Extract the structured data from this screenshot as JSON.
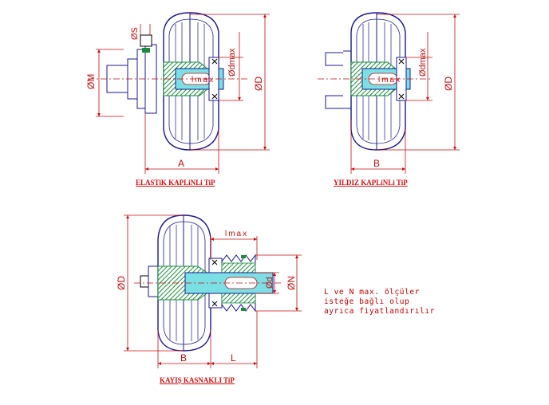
{
  "colors": {
    "outline": "#1a1a8c",
    "dimension": "#c01010",
    "shaft_fill": "#7ae0e6",
    "hub_hatch": "#1a8c3a",
    "bolt_dark": "#000000"
  },
  "figures": {
    "elastic": {
      "caption": "ELASTiK KAPLiNLi TiP",
      "dim_S": "ØS",
      "dim_M": "ØM",
      "dim_dmax": "Ødmax",
      "dim_lmax": "lmax",
      "dim_D": "ØD",
      "dim_A": "A"
    },
    "star": {
      "caption": "YILDIZ KAPLiNLi TiP",
      "dim_dmax": "Ødmax",
      "dim_lmax": "lmax",
      "dim_D": "ØD",
      "dim_B": "B"
    },
    "pulley": {
      "caption": "KAYIŞ KASNAKLI TiP",
      "dim_lmax": "lmax",
      "dim_d": "Ød",
      "dim_N": "ØN",
      "dim_D": "ØD",
      "dim_B": "B",
      "dim_L": "L"
    }
  },
  "note": {
    "lines": [
      "L ve N max. ölçüler",
      "isteğe bağlı olup",
      "ayrıca fiyatlandırılır"
    ]
  }
}
